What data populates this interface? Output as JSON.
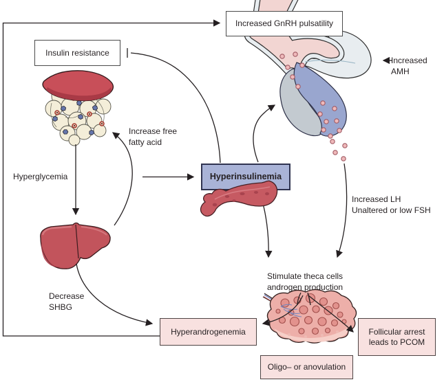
{
  "figure": {
    "type": "pathophysiology-diagram",
    "boxes": {
      "gnrh": {
        "label": "Increased GnRH pulsatility",
        "fill": "#ffffff"
      },
      "insulin_resistance": {
        "label": "Insulin resistance",
        "fill": "#ffffff"
      },
      "hyperinsulinemia": {
        "label": "Hyperinsulinemia",
        "fill": "#a9b3d7"
      },
      "hyperandrogenemia": {
        "label": "Hyperandrogenemia",
        "fill": "#f8e1e0"
      },
      "follicular_arrest": {
        "label": "Follicular arrest\nleads to PCOM",
        "fill": "#f8e1e0"
      },
      "oligo_anovulation": {
        "label": "Oligo– or anovulation",
        "fill": "#f8e1e0"
      }
    },
    "labels": {
      "increased_amh": "Increased AMH",
      "increase_ffa": "Increase free\nfatty acid",
      "hyperglycemia": "Hyperglycemia",
      "decrease_shbg": "Decrease\nSHBG",
      "increased_lh_fsh": "Increased LH\nUnaltered or low FSH",
      "stimulate_theca": "Stimulate theca cells\nandrogen production"
    },
    "illustrations": [
      "hypothalamus-pituitary-illustration",
      "adipose-tissue-illustration",
      "liver-illustration",
      "pancreas-illustration",
      "ovary-illustration"
    ],
    "connections": [
      {
        "from": "hyperandrogenemia",
        "to": "gnrh",
        "type": "arrow"
      },
      {
        "from": "hyperinsulinemia",
        "to": "insulin_resistance",
        "type": "blunt"
      },
      {
        "from": "hyperglycemia",
        "to": "hyperinsulinemia",
        "type": "arrow"
      },
      {
        "from": "adipose",
        "to": "liver",
        "type": "arrow"
      },
      {
        "from": "liver",
        "to": "adipose",
        "type": "arrow",
        "label": "Increase free fatty acid"
      },
      {
        "from": "liver",
        "to": "hyperandrogenemia",
        "type": "arrow",
        "label": "Decrease SHBG"
      },
      {
        "from": "hyperinsulinemia",
        "to": "pituitary",
        "type": "arrow"
      },
      {
        "from": "hyperinsulinemia",
        "to": "stimulate_theca",
        "type": "arrow"
      },
      {
        "from": "pituitary",
        "to": "stimulate_theca",
        "type": "arrow",
        "label": "Increased LH / Unaltered or low FSH"
      },
      {
        "from": "ovary",
        "to": "hyperandrogenemia",
        "type": "arrow"
      },
      {
        "from": "ovary",
        "to": "follicular_arrest",
        "type": "arrow"
      },
      {
        "from": "amh",
        "to": "pituitary",
        "type": "arrow",
        "label": "Increased AMH"
      }
    ],
    "colors": {
      "line": "#241f21",
      "box_blue": "#a9b3d7",
      "box_pink": "#f8e1e0",
      "box_white": "#ffffff",
      "organ_red": "#c2545c",
      "gland_blue": "#99a6cf",
      "gland_gray": "#c3cad0",
      "brain_pink": "#f2d5d2",
      "band_gray": "#e8edf0",
      "hormone_dot": "#efb9ba",
      "fat_cream": "#f4eed9",
      "ovary_pink": "#edafa9"
    }
  }
}
